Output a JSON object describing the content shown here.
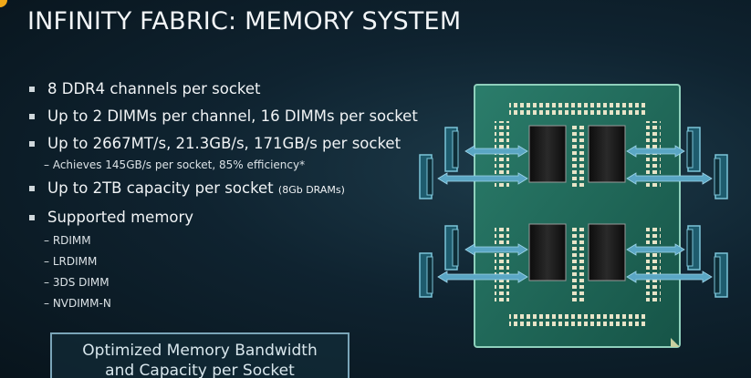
{
  "title": "INFINITY FABRIC: MEMORY SYSTEM",
  "bullets": {
    "b1": "8 DDR4 channels per socket",
    "b2": "Up to 2 DIMMs per channel, 16 DIMMs per socket",
    "b3": "Up to 2667MT/s, 21.3GB/s, 171GB/s per socket",
    "b3_sub": "– Achieves 145GB/s per socket, 85% efficiency*",
    "b4": "Up to 2TB capacity per socket",
    "b4_small": "(8Gb DRAMs)",
    "b5": "Supported memory",
    "b5_subs": [
      "– RDIMM",
      "– LRDIMM",
      "– 3DS DIMM",
      "– NVDIMM-N"
    ]
  },
  "callout": {
    "line1": "Optimized Memory Bandwidth",
    "line2": "and Capacity per Socket"
  },
  "colors": {
    "accent": "#f0a818",
    "substrate": "#1f6b5c",
    "arrow": "#4f9ab8",
    "die": "#151515"
  },
  "icons": {
    "corner": "amd-logo-dot",
    "diagram": "processor-package-diagram"
  }
}
